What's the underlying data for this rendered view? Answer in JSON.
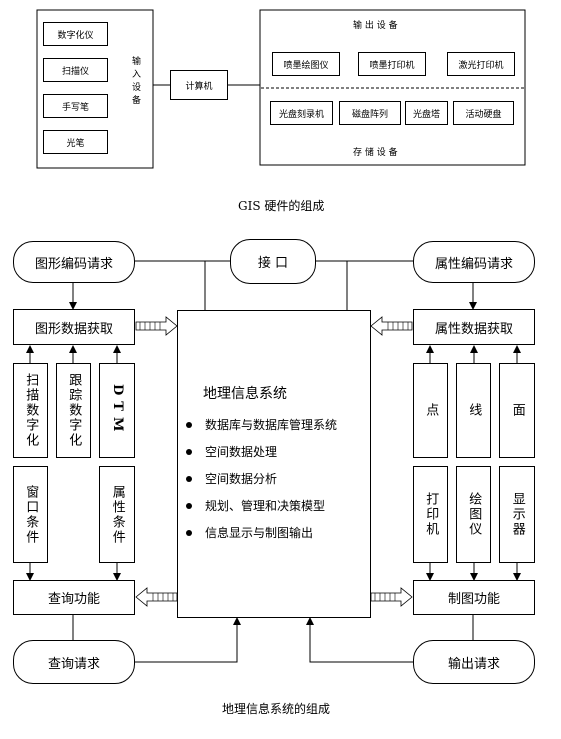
{
  "hardware": {
    "input_devices": [
      "数字化仪",
      "扫描仪",
      "手写笔",
      "光笔"
    ],
    "input_group_label": "输入设备",
    "computer": "计算机",
    "output_group_label": "输 出 设 备",
    "output_devices": [
      "喷墨绘图仪",
      "喷墨打印机",
      "激光打印机"
    ],
    "storage_devices": [
      "光盘刻录机",
      "磁盘阵列",
      "光盘塔",
      "活动硬盘"
    ],
    "storage_group_label": "存 储 设 备",
    "caption": "GIS 硬件的组成"
  },
  "system": {
    "interface": "接 口",
    "graphic_request": "图形编码请求",
    "attribute_request": "属性编码请求",
    "graphic_acquire": "图形数据获取",
    "attribute_acquire": "属性数据获取",
    "left_columns": [
      "扫描数字化",
      "跟踪数字化",
      "DTM"
    ],
    "left_lower": [
      "窗口条件",
      "属性条件"
    ],
    "right_columns": [
      "点",
      "线",
      "面"
    ],
    "right_lower": [
      "打印机",
      "绘图仪",
      "显示器"
    ],
    "center_title": "地理信息系统",
    "center_items": [
      "数据库与数据库管理系统",
      "空间数据处理",
      "空间数据分析",
      "规划、管理和决策模型",
      "信息显示与制图输出"
    ],
    "query_function": "查询功能",
    "mapping_function": "制图功能",
    "query_request": "查询请求",
    "output_request": "输出请求",
    "caption": "地理信息系统的组成"
  }
}
